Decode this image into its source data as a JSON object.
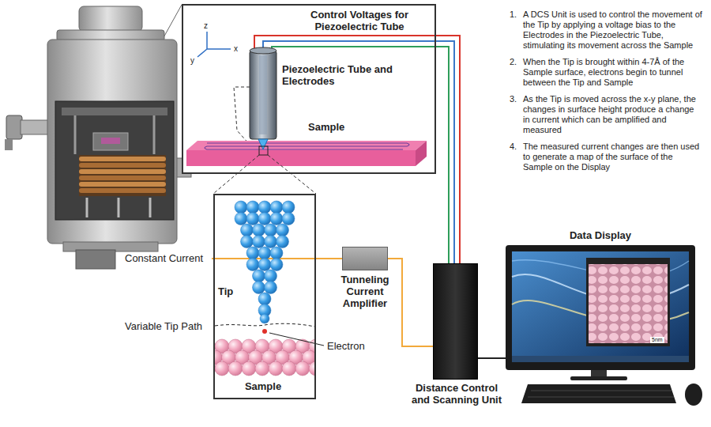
{
  "diagram": {
    "nodes": [
      {
        "text": [
          "Control Voltages for Piezoelectric Tube",
          "Piezoelectric Tube and Electrodes",
          "Sample"
        ]
      },
      {
        "text": [
          "Tip",
          "Sample"
        ]
      },
      {
        "text": [
          "Tunneling Current Amplifier"
        ]
      },
      {
        "text": [
          "Distance Control and Scanning Unit"
        ]
      },
      {
        "text": [
          "Data Display"
        ]
      }
    ],
    "edges": [
      {
        "from": 1,
        "to": 2,
        "arrow": "none"
      },
      {
        "from": 2,
        "to": 3,
        "arrow": "none"
      },
      {
        "from": 0,
        "to": 3,
        "arrow": "none"
      },
      {
        "from": 0,
        "to": 3,
        "arrow": "none"
      },
      {
        "from": 0,
        "to": 3,
        "arrow": "none"
      },
      {
        "from": 3,
        "to": 4,
        "arrow": "none"
      }
    ],
    "labels": [
      "z",
      "x",
      "y",
      "1.",
      "A DCS Unit is used to control the movement of the Tip by applying a voltage bias to the Electrodes in the Piezoelectric Tube, stimulating its movement across the Sample",
      "2.",
      "When the Tip is brought within 4-7Å of the Sample surface, electrons begin to tunnel between the Tip and Sample",
      "3.",
      "As the Tip is moved across the x-y plane, the changes in surface height produce a change in current which can be amplified and measured",
      "4.",
      "The measured current changes are then used to generate a map of the surface of the Sample on the Display",
      "Constant Current",
      "Variable Tip Path",
      "Electron",
      "5nm"
    ]
  }
}
